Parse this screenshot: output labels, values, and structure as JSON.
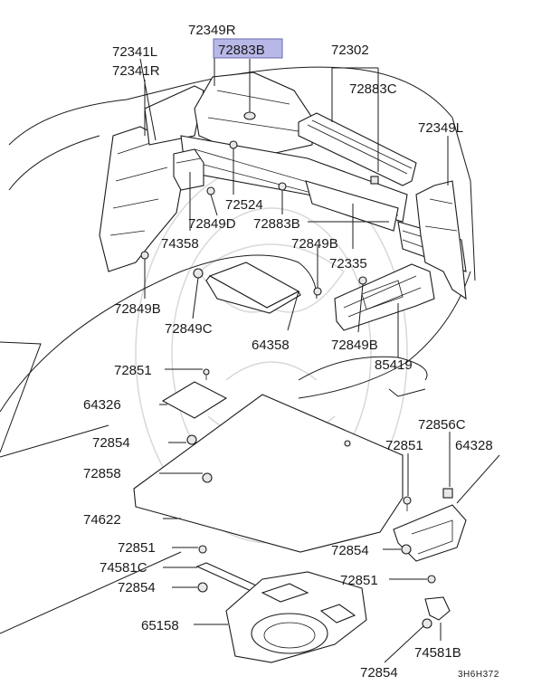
{
  "highlight_color": "#b8b8e8",
  "diagram_code": "3H6H372",
  "labels": {
    "p72349R": "72349R",
    "p72883B_hl": "72883B",
    "p72341L": "72341L",
    "p72341R": "72341R",
    "p72302": "72302",
    "p72883C": "72883C",
    "p72349L": "72349L",
    "p72524": "72524",
    "p72849D": "72849D",
    "p72883B": "72883B",
    "p74358": "74358",
    "p72849B_a": "72849B",
    "p72335": "72335",
    "p72849B_b": "72849B",
    "p72849C": "72849C",
    "p64358": "64358",
    "p72849B_c": "72849B",
    "p85419": "85419",
    "p72851_a": "72851",
    "p64326": "64326",
    "p72856C": "72856C",
    "p72854_a": "72854",
    "p72851_b": "72851",
    "p64328": "64328",
    "p72858": "72858",
    "p74622": "74622",
    "p72851_c": "72851",
    "p72854_b": "72854",
    "p74581C": "74581C",
    "p72851_d": "72851",
    "p72854_c": "72854",
    "p65158": "65158",
    "p74581B": "74581B",
    "p72854_d": "72854"
  }
}
